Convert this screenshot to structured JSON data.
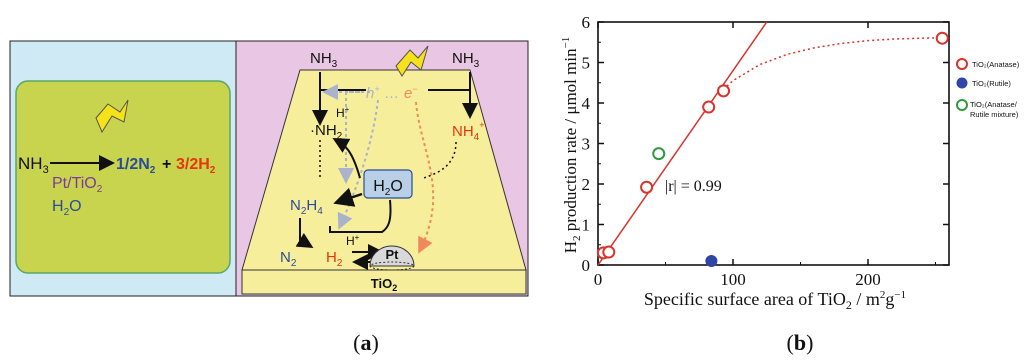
{
  "panel_a": {
    "left_box": {
      "reactant": "NH",
      "reactant_sub": "3",
      "product_n2_coef": "1/2N",
      "product_n2_sub": "2",
      "plus": "+",
      "product_h2_coef": "3/2H",
      "product_h2_sub": "2",
      "catalyst": "Pt/TiO",
      "catalyst_sub": "2",
      "solvent": "H",
      "solvent_sub": "2",
      "solvent_tail": "O"
    },
    "right_box": {
      "nh3_left": "NH",
      "nh3_left_sub": "3",
      "nh3_right": "NH",
      "nh3_right_sub": "3",
      "hole": "h",
      "hole_sup": "+",
      "dots": "…",
      "electron": "e",
      "electron_sup": "−",
      "proton1": "H",
      "proton1_sup": "+",
      "nh2_dot": "·NH",
      "nh2_sub": "2",
      "nh4": "NH",
      "nh4_sub": "4",
      "nh4_sup": "+",
      "water": "H",
      "water_sub": "2",
      "water_tail": "O",
      "n2h4": "N",
      "n2h4_sub1": "2",
      "n2h4_mid": "H",
      "n2h4_sub2": "4",
      "proton2": "H",
      "proton2_sup": "+",
      "pt": "Pt",
      "n2": "N",
      "n2_sub": "2",
      "h2": "H",
      "h2_sub": "2",
      "base": "TiO",
      "base_sub": "2"
    },
    "colors": {
      "left_bg": "#cfe9f5",
      "left_inner": "#c9d44e",
      "right_bg": "#e9c6e3",
      "titania": "#f7ee9c",
      "nh4_red": "#e8350f",
      "blue": "#2a4d9a",
      "purple": "#7b3b9a",
      "electron_orange": "#f08a5c",
      "hole_gray": "#aab3cc"
    }
  },
  "chart_data": {
    "type": "scatter",
    "xlabel": "Specific surface area of TiO",
    "xlabel_sub": "2",
    "xlabel_unit": " / m",
    "xlabel_unit_sup": "2",
    "xlabel_unit_tail": "g",
    "xlabel_unit_sup2": "−1",
    "ylabel": "H",
    "ylabel_sub": "2",
    "ylabel_tail": " production rate / μmol min",
    "ylabel_sup": "−1",
    "xlim": [
      0,
      260
    ],
    "ylim": [
      0,
      6
    ],
    "xticks": [
      0,
      100,
      200
    ],
    "yticks": [
      0,
      1,
      2,
      3,
      4,
      5,
      6
    ],
    "annotation": "|r| = 0.99",
    "series": [
      {
        "name": "TiO₂(Anatase)",
        "marker": "open-circle",
        "color": "#d8332a",
        "points": [
          [
            4,
            0.3
          ],
          [
            8,
            0.32
          ],
          [
            36,
            1.92
          ],
          [
            82,
            3.9
          ],
          [
            93,
            4.3
          ],
          [
            255,
            5.6
          ]
        ]
      },
      {
        "name": "TiO₂(Rutile)",
        "marker": "filled-circle",
        "color": "#2f46a6",
        "points": [
          [
            84,
            0.1
          ]
        ]
      },
      {
        "name": "TiO₂(Anatase/ Rutile mixture)",
        "marker": "open-circle",
        "color": "#2e9a3c",
        "points": [
          [
            45,
            2.75
          ]
        ]
      }
    ],
    "fit_line": {
      "x": [
        0,
        125
      ],
      "y": [
        0,
        6.05
      ],
      "color": "#d8332a"
    },
    "saturation_curve": {
      "x": [
        90,
        100,
        120,
        140,
        160,
        180,
        200,
        220,
        240,
        255
      ],
      "y": [
        4.25,
        4.55,
        4.95,
        5.2,
        5.36,
        5.47,
        5.54,
        5.58,
        5.6,
        5.61
      ],
      "color": "#d8332a"
    },
    "legend_placement": "right"
  },
  "captions": {
    "a": "a",
    "b": "b"
  }
}
